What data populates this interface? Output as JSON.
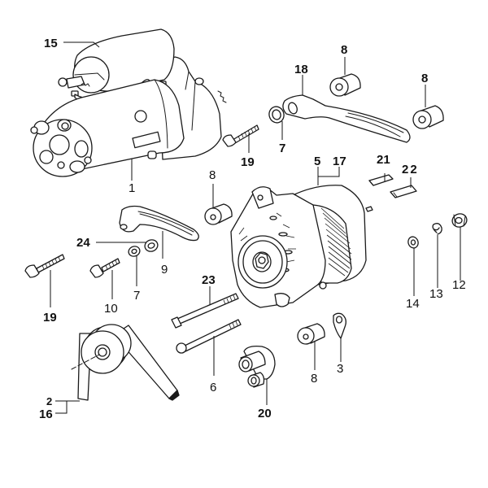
{
  "diagram": {
    "callouts": {
      "c1": "1",
      "c15": "15",
      "c18": "18",
      "c8a": "8",
      "c8b": "8",
      "c8c": "8",
      "c8d": "8",
      "c7a": "7",
      "c7b": "7",
      "c19a": "19",
      "c19b": "19",
      "c5": "5",
      "c17": "17",
      "c21": "21",
      "c22": "22",
      "c24": "24",
      "c9": "9",
      "c10": "10",
      "c23": "23",
      "c6": "6",
      "c3": "3",
      "c14": "14",
      "c13": "13",
      "c12": "12",
      "c20": "20",
      "c2": "2",
      "c16": "16"
    },
    "parts": [
      {
        "ref": "1",
        "name": "starter-motor"
      },
      {
        "ref": "2",
        "name": "v-belt"
      },
      {
        "ref": "3",
        "name": "terminal-lug"
      },
      {
        "ref": "5",
        "name": "alternator"
      },
      {
        "ref": "6",
        "name": "long-bolt"
      },
      {
        "ref": "7",
        "name": "washer"
      },
      {
        "ref": "8",
        "name": "spacer-collar"
      },
      {
        "ref": "9",
        "name": "adjusting-bracket"
      },
      {
        "ref": "10",
        "name": "bolt"
      },
      {
        "ref": "12",
        "name": "nut"
      },
      {
        "ref": "13",
        "name": "spring-washer"
      },
      {
        "ref": "14",
        "name": "flat-washer"
      },
      {
        "ref": "15",
        "name": "solenoid-switch"
      },
      {
        "ref": "16",
        "name": "belt-alt"
      },
      {
        "ref": "17",
        "name": "alternator-alt"
      },
      {
        "ref": "18",
        "name": "stay-bracket"
      },
      {
        "ref": "19",
        "name": "bolt"
      },
      {
        "ref": "20",
        "name": "mounting-bracket"
      },
      {
        "ref": "21",
        "name": "brush"
      },
      {
        "ref": "22",
        "name": "brush"
      },
      {
        "ref": "23",
        "name": "through-bolt"
      },
      {
        "ref": "24",
        "name": "washer"
      }
    ]
  }
}
